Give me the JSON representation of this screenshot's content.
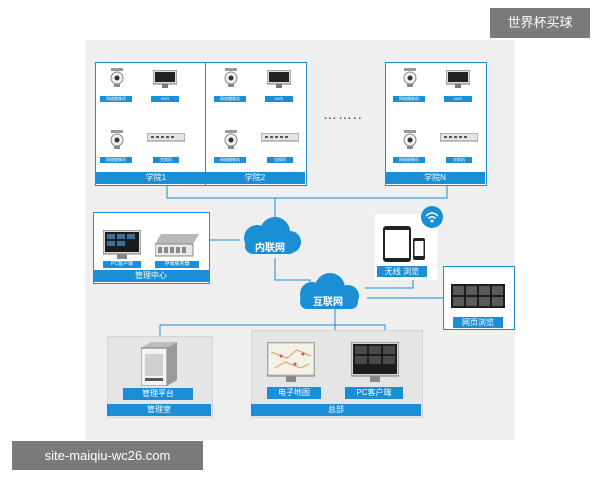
{
  "watermarks": {
    "top_right": "世界杯买球",
    "bottom_left": "site-maiqiu-wc26.com"
  },
  "colleges": [
    {
      "label": "学院1",
      "camera_labels": [
        "网络摄像机",
        "网络摄像机"
      ],
      "nvr_label": "NVR",
      "switch_label": "交换机"
    },
    {
      "label": "学院2",
      "camera_labels": [
        "网络摄像机",
        "网络摄像机"
      ],
      "nvr_label": "NVR",
      "switch_label": "交换机"
    },
    {
      "label": "学院N",
      "camera_labels": [
        "网络摄像机",
        "网络摄像机"
      ],
      "nvr_label": "NVR",
      "switch_label": "交换机"
    }
  ],
  "ellipsis": "……..",
  "management_center": {
    "title": "管理中心",
    "pc_client": "PC客户端",
    "storage_server": "存储服务器"
  },
  "clouds": {
    "intranet": "内联网",
    "internet": "互联网"
  },
  "wireless": {
    "label": "无线 浏览"
  },
  "web": {
    "label": "网页浏览"
  },
  "management_room": {
    "title": "管理室",
    "platform": "管理平台"
  },
  "headquarters": {
    "title": "总部",
    "map": "电子地图",
    "pc_client": "PC客户端"
  },
  "colors": {
    "accent": "#1a8fd6",
    "panel": "#efefef",
    "screen": "#1c1c1c",
    "watermark": "#7a7a7a"
  }
}
